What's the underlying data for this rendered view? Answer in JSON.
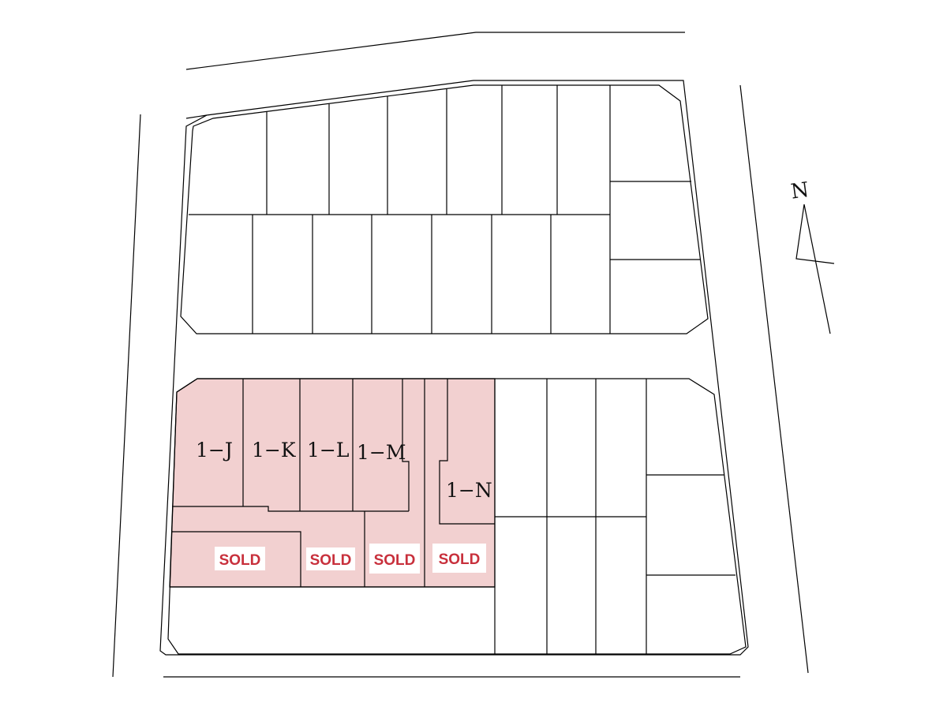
{
  "plan": {
    "north_label": "N",
    "lots": [
      {
        "label": "1−J"
      },
      {
        "label": "1−K"
      },
      {
        "label": "1−L"
      },
      {
        "label": "1−M"
      },
      {
        "label": "1−N"
      }
    ],
    "sold_badges": [
      {
        "label": "SOLD"
      },
      {
        "label": "SOLD"
      },
      {
        "label": "SOLD"
      },
      {
        "label": "SOLD"
      }
    ]
  },
  "colors": {
    "sold_area": "#f2d0d0",
    "sold_text": "#c8303c"
  }
}
